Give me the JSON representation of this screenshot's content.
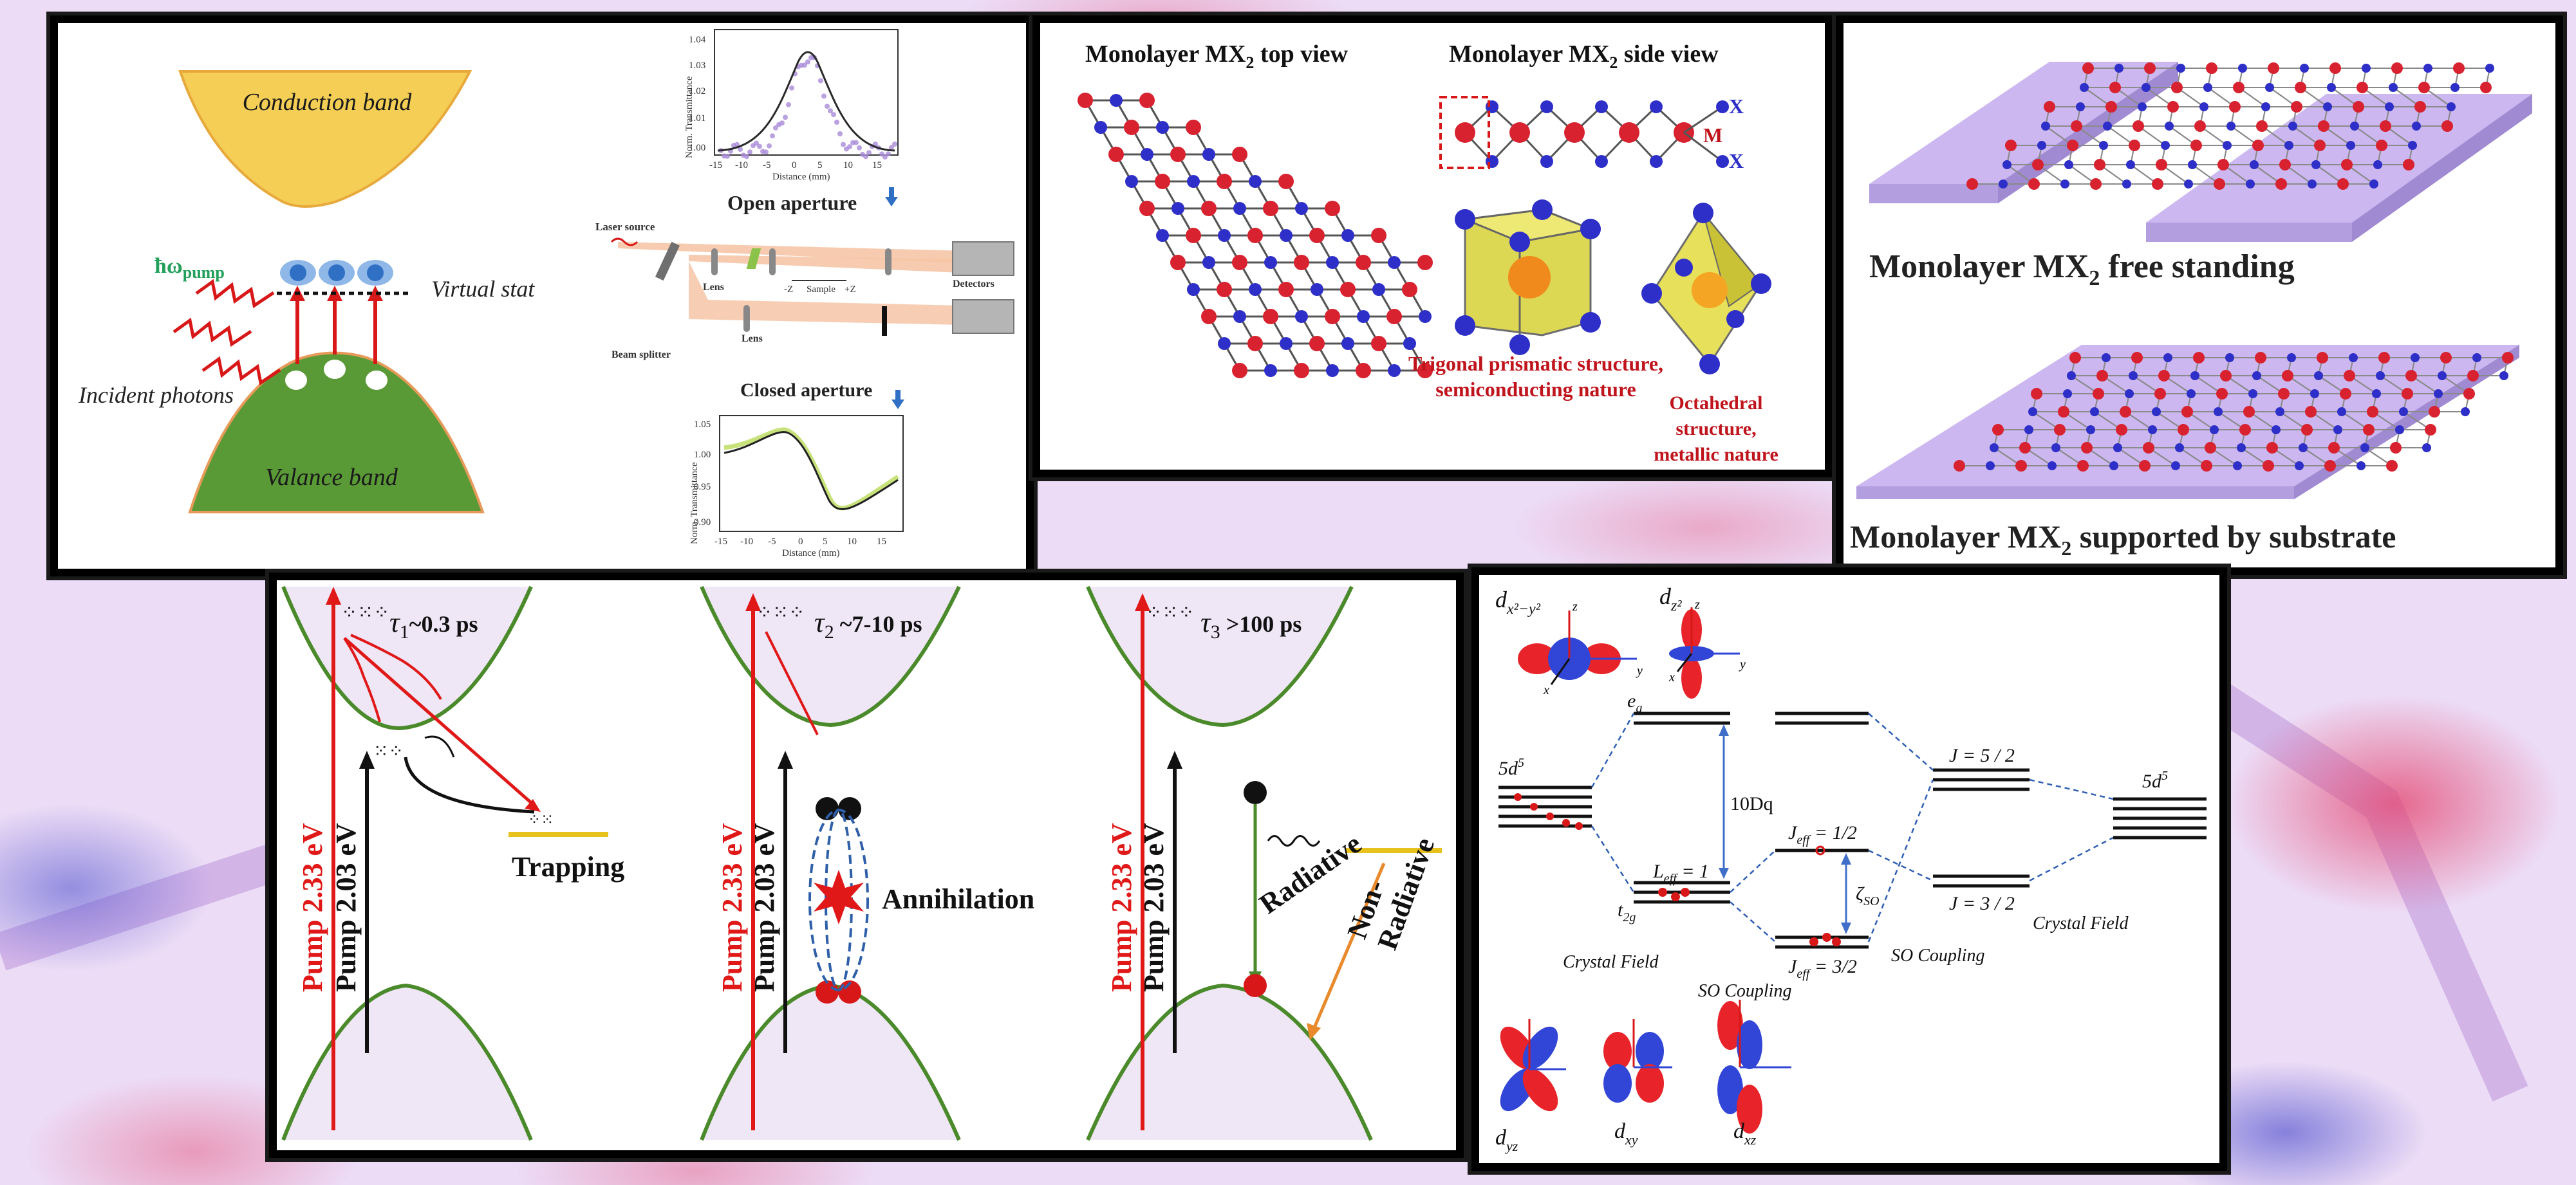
{
  "panel1": {
    "conduction_band": "Conduction band",
    "valance_band": "Valance band",
    "virtual_state": "Virtual stat",
    "pump_label": "ħω",
    "pump_sub": "pump",
    "incident_photons": "Incident photons",
    "open_aperture": "Open aperture",
    "closed_aperture": "Closed aperture",
    "laser_source": "Laser source",
    "lens_1": "Lens",
    "lens_2": "Lens",
    "sample_neg": "-Z",
    "sample_label": "Sample",
    "sample_pos": "+Z",
    "detectors": "Detectors",
    "beam_splitter": "Beam splitter",
    "open_plot": {
      "ylabel": "Norm. Transmittance",
      "xlabel": "Distance (mm)",
      "yticks": [
        "1.04",
        "1.03",
        "1.02",
        "1.01",
        "1.00"
      ],
      "xticks": [
        "-15",
        "-10",
        "-5",
        "0",
        "5",
        "10",
        "15"
      ]
    },
    "closed_plot": {
      "ylabel": "Norm. Transmittance",
      "xlabel": "Distance (mm)",
      "yticks": [
        "1.05",
        "1.00",
        "0.95",
        "0.90"
      ],
      "xticks": [
        "-15",
        "-10",
        "-5",
        "0",
        "5",
        "10",
        "15"
      ]
    }
  },
  "panel2": {
    "top_view": "Monolayer MX",
    "top_view_sub": "2",
    "top_view_tail": " top view",
    "side_view": "Monolayer MX",
    "side_view_sub": "2",
    "side_view_tail": " side view",
    "x_top": "X",
    "m_label": "M",
    "x_bottom": "X",
    "trigonal_1": "Trigonal prismatic structure,",
    "trigonal_2": "semiconducting nature",
    "octa_1": "Octahedral",
    "octa_2": "structure,",
    "octa_3": "metallic nature"
  },
  "panel3": {
    "free_standing": "Monolayer MX",
    "free_sub": "2",
    "free_tail": " free standing",
    "supported": "Monolayer MX",
    "supported_sub": "2",
    "supported_tail": " supported by substrate"
  },
  "panel4": {
    "tau1": "τ",
    "tau1_sub": "1",
    "tau1_tail": "~0.3 ps",
    "tau2": "τ",
    "tau2_sub": "2",
    "tau2_tail": " ~7-10 ps",
    "tau3": "τ",
    "tau3_sub": "3",
    "tau3_tail": " >100 ps",
    "pump_233": "Pump 2.33 eV",
    "pump_203": "Pump 2.03 eV",
    "trapping": "Trapping",
    "annihilation": "Annihilation",
    "radiative": "Radiative",
    "non_radiative_1": "Non-",
    "non_radiative_2": "Radiative"
  },
  "panel5": {
    "d_x2y2": "d",
    "d_x2y2_sub": "x²−y²",
    "d_z2": "d",
    "d_z2_sub": "z²",
    "eg": "e",
    "eg_sub": "g",
    "t2g": "t",
    "t2g_sub": "2g",
    "five_d5_left": "5d",
    "five_d5_right": "5d",
    "sup5": "5",
    "ten_dq": "10Dq",
    "leff": "L",
    "leff_sub": "eff",
    "leff_val": " = 1",
    "jeff_12": "J",
    "jeff_12_sub": "eff",
    "jeff_12_val": " = 1/2",
    "jeff_32": "J",
    "jeff_32_sub": "eff",
    "jeff_32_val": " = 3/2",
    "zeta": "ζ",
    "zeta_sub": "SO",
    "j52": "J = 5 / 2",
    "j32": "J = 3 / 2",
    "crystal_field_left": "Crystal Field",
    "so_coupling_mid": "SO Coupling",
    "so_coupling_right": "SO Coupling",
    "crystal_field_right": "Crystal Field",
    "d_yz": "d",
    "d_yz_sub": "yz",
    "d_xy": "d",
    "d_xy_sub": "xy",
    "d_xz": "d",
    "d_xz_sub": "xz",
    "ax_z": "z",
    "ax_y": "y",
    "ax_x": "x"
  },
  "colors": {
    "conduction": "#f5cf55",
    "valence": "#5a9a36",
    "metal_atom": "#d8222f",
    "chalcogen_atom": "#2e2fc8",
    "substrate": "#c9b6ef",
    "pump_red": "#e01818",
    "band_green": "#4a8a2a",
    "orbital_red": "#e8242a",
    "orbital_blue": "#3146d6",
    "diagram_text_red": "#c0141c"
  }
}
